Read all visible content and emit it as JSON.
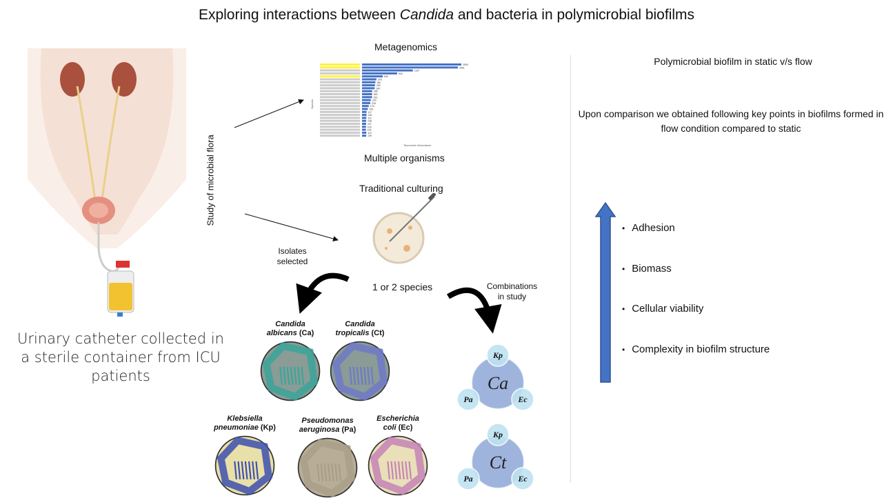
{
  "title": {
    "pre": "Exploring interactions between ",
    "italic": "Candida",
    "post": " and bacteria in polymicrobial biofilms"
  },
  "left": {
    "caption": "Urinary catheter collected in a sterile container from ICU patients"
  },
  "flow": {
    "study_label": "Study of microbial flora",
    "metagenomics": "Metagenomics",
    "multiple_organisms": "Multiple organisms",
    "traditional_culturing": "Traditional culturing",
    "isolates_selected": "Isolates selected",
    "species_count": "1 or 2 species",
    "combinations": "Combinations in study"
  },
  "chart_data": {
    "type": "bar",
    "orientation": "horizontal",
    "xlabel": "Taxonomic Abundance",
    "ylabel": "Species",
    "values": [
      2593,
      2501,
      1327,
      916,
      540,
      376,
      350,
      340,
      330,
      266,
      263,
      262,
      229,
      216,
      176,
      150,
      117,
      118,
      112,
      108,
      107,
      103,
      102,
      112,
      109
    ],
    "highlighted_indices": [
      0,
      1,
      4
    ]
  },
  "isolates": [
    {
      "name": "Candida albicans",
      "abbr": "Ca",
      "color": "#3aa59a"
    },
    {
      "name": "Candida tropicalis",
      "abbr": "Ct",
      "color": "#6f79c9"
    },
    {
      "name": "Klebsiella pneumoniae",
      "abbr": "Kp",
      "color": "#3d4fb0"
    },
    {
      "name": "Pseudomonas aeruginosa",
      "abbr": "Pa",
      "color": "#a99f88"
    },
    {
      "name": "Escherichia coli",
      "abbr": "Ec",
      "color": "#c684b5"
    }
  ],
  "combinations": [
    {
      "center": "Ca",
      "partners": [
        "Kp",
        "Pa",
        "Ec"
      ]
    },
    {
      "center": "Ct",
      "partners": [
        "Kp",
        "Pa",
        "Ec"
      ]
    }
  ],
  "right": {
    "heading": "Polymicrobial biofilm in static v/s flow",
    "intro": "Upon comparison we obtained following key points in biofilms formed in flow condition compared to static",
    "points": [
      "Adhesion",
      "Biomass",
      "Cellular viability",
      "Complexity in biofilm structure"
    ],
    "arrow_color": "#4472c4"
  }
}
